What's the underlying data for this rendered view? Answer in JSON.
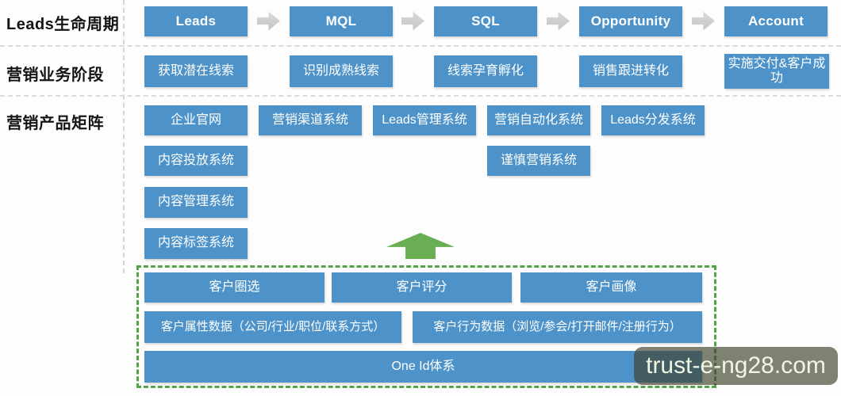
{
  "lifecycle": {
    "label": "Leads生命周期",
    "stages": [
      "Leads",
      "MQL",
      "SQL",
      "Opportunity",
      "Account"
    ]
  },
  "business": {
    "label": "营销业务阶段",
    "stages": [
      "获取潜在线索",
      "识别成熟线索",
      "线索孕育孵化",
      "销售跟进转化",
      "实施交付&客户成功"
    ]
  },
  "products": {
    "label": "营销产品矩阵",
    "row1": [
      "企业官网",
      "营销渠道系统",
      "Leads管理系统",
      "营销自动化系统",
      "Leads分发系统"
    ],
    "content_delivery": "内容投放系统",
    "content_management": "内容管理系统",
    "content_tagging": "内容标签系统",
    "careful_marketing": "谨慎营销系统"
  },
  "data_hub": {
    "row1": [
      "客户圈选",
      "客户评分",
      "客户画像"
    ],
    "row2": [
      "客户属性数据（公司/行业/职位/联系方式）",
      "客户行为数据（浏览/参会/打开邮件/注册行为）"
    ],
    "one_id": "One Id体系"
  },
  "watermark": {
    "text": "trust-e-ng28.com"
  },
  "colors": {
    "box_blue": "#4d93c9",
    "arrow_gray": "#c9c9c9",
    "green": "#6aae54",
    "dash_green": "#55a349"
  }
}
